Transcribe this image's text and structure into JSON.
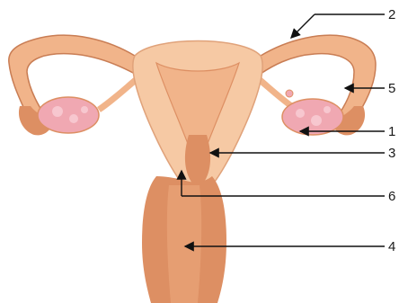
{
  "labels": [
    {
      "id": "1",
      "text": "1"
    },
    {
      "id": "2",
      "text": "2"
    },
    {
      "id": "3",
      "text": "3"
    },
    {
      "id": "4",
      "text": "4"
    },
    {
      "id": "5",
      "text": "5"
    },
    {
      "id": "6",
      "text": "6"
    }
  ],
  "colors": {
    "background": "#ffffff",
    "tissue_light": "#f6c9a4",
    "tissue_mid": "#f1b48a",
    "tissue_dark": "#dd8f63",
    "tube_outline": "#c97d54",
    "ovary": "#f0a8b2",
    "arrow": "#111111"
  }
}
